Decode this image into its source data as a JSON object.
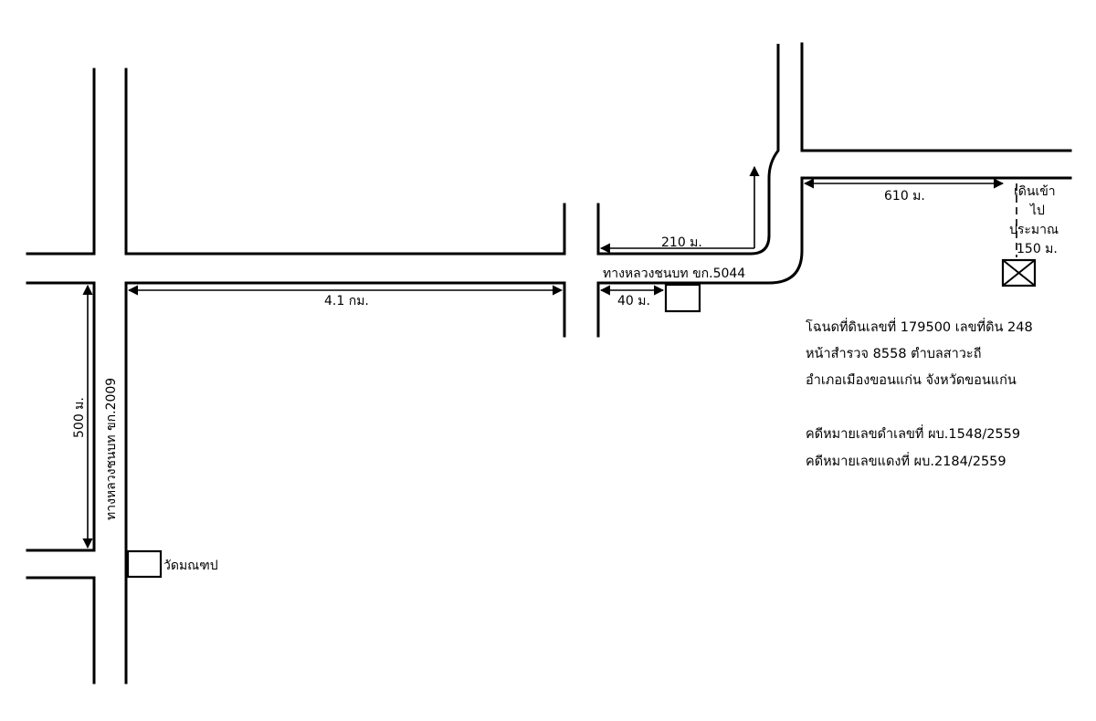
{
  "roads": {
    "vertical_highway": "ทางหลวงชนบท ขก.2009",
    "horizontal_highway": "ทางหลวงชนบท ขก.5044"
  },
  "distances": {
    "main_road_length": "4.1 กม.",
    "vertical_segment": "500 ม.",
    "to_junction": "210 ม.",
    "to_small_building": "40 ม.",
    "side_road": "610 ม.",
    "walk_in": [
      "เดินเข้า",
      "ไป",
      "ประมาณ",
      "150 ม."
    ]
  },
  "landmarks": {
    "temple": "วัดมณฑป"
  },
  "property_info": [
    "โฉนดที่ดินเลขที่ 179500 เลขที่ดิน 248",
    "หน้าสำรวจ 8558 ตำบลสาวะถี",
    "อำเภอเมืองขอนแก่น จังหวัดขอนแก่น",
    "",
    "คดีหมายเลขดำเลขที่ ผบ.1548/2559",
    "คดีหมายเลขแดงที่ ผบ.2184/2559"
  ],
  "icons": {
    "property": "boxed-x-icon"
  }
}
